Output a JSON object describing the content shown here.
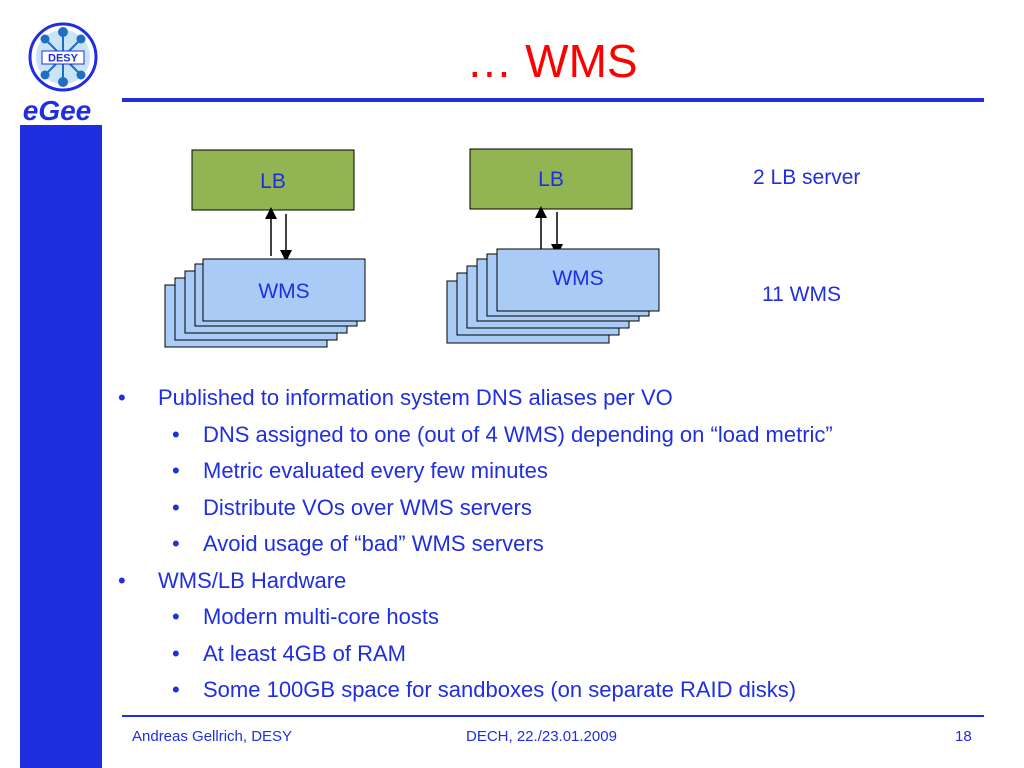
{
  "slide": {
    "title": "… WMS",
    "logos": {
      "desy": "DESY",
      "egee": "eGee"
    }
  },
  "diagram": {
    "left_lb": "LB",
    "left_wms": "WMS",
    "right_lb": "LB",
    "right_wms": "WMS",
    "caption_lb": "2 LB server",
    "caption_wms": "11 WMS",
    "colors": {
      "lb_fill": "#92b453",
      "wms_fill": "#a9cbf5",
      "text": "#1f2fe0"
    }
  },
  "bullets": [
    {
      "level": 1,
      "text": "Published to information system DNS aliases per VO"
    },
    {
      "level": 2,
      "text": "DNS assigned to one (out of 4 WMS) depending on “load metric”"
    },
    {
      "level": 2,
      "text": "Metric evaluated every few minutes"
    },
    {
      "level": 2,
      "text": "Distribute VOs over WMS servers"
    },
    {
      "level": 2,
      "text": "Avoid usage of “bad” WMS servers"
    },
    {
      "level": 1,
      "text": "WMS/LB Hardware"
    },
    {
      "level": 2,
      "text": "Modern multi-core hosts"
    },
    {
      "level": 2,
      "text": "At least 4GB of RAM"
    },
    {
      "level": 2,
      "text": "Some 100GB space for sandboxes (on separate RAID disks)"
    }
  ],
  "footer": {
    "author": "Andreas Gellrich, DESY",
    "event": "DECH, 22./23.01.2009",
    "page": "18"
  }
}
